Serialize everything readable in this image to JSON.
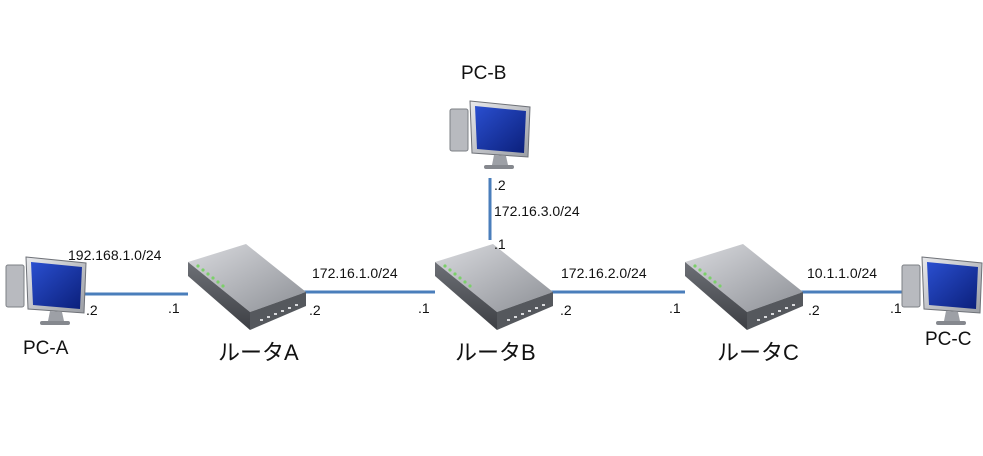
{
  "colors": {
    "link": "#4a7ebb",
    "router_body": "#a7aab0",
    "screen": "#1535a8",
    "port_led": "#7cd06a"
  },
  "devices": {
    "pc_a": {
      "label": "PC-A",
      "icon": "monitor-icon"
    },
    "pc_b": {
      "label": "PC-B",
      "icon": "monitor-icon"
    },
    "pc_c": {
      "label": "PC-C",
      "icon": "monitor-icon"
    },
    "router_a": {
      "label": "ルータA",
      "icon": "router-icon"
    },
    "router_b": {
      "label": "ルータB",
      "icon": "router-icon"
    },
    "router_c": {
      "label": "ルータC",
      "icon": "router-icon"
    }
  },
  "networks": {
    "net1": {
      "subnet": "192.168.1.0/24",
      "left_host": ".2",
      "right_host": ".1"
    },
    "net2": {
      "subnet": "172.16.1.0/24",
      "left_host": ".2",
      "right_host": ".1"
    },
    "net3": {
      "subnet": "172.16.2.0/24",
      "left_host": ".2",
      "right_host": ".1"
    },
    "net4": {
      "subnet": "10.1.1.0/24",
      "left_host": ".2",
      "right_host": ".1"
    },
    "net5": {
      "subnet": "172.16.3.0/24",
      "top_host": ".2",
      "bottom_host": ".1"
    }
  }
}
